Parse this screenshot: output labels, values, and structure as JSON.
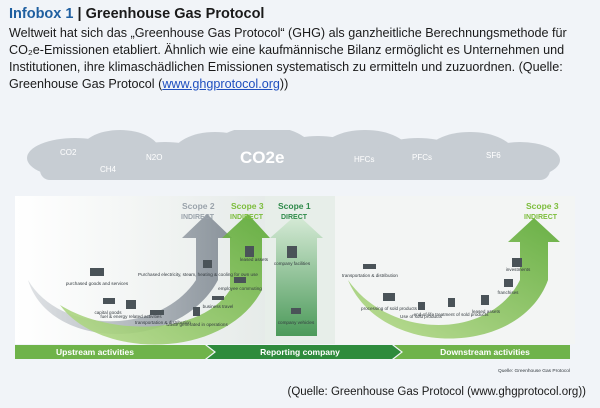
{
  "header": {
    "label": "Infobox 1",
    "separator": "|",
    "title": "Greenhouse Gas Protocol"
  },
  "intro": {
    "text": "Weltweit hat sich das „Greenhouse Gas Protocol“ (GHG) als ganzheitliche Berechnungsmethode für CO₂e-Emissionen etabliert. Ähnlich wie eine kaufmännische Bilanz ermöglicht es Unternehmen und Institutionen, ihre klimaschädlichen Emissionen systematisch zu ermitteln und zuzuordnen. (Quelle: Greenhouse Gas Protocol (",
    "link": "www.ghgprotocol.org",
    "close": "))"
  },
  "clouds": {
    "co2": "CO2",
    "ch4": "CH4",
    "n2o": "N2O",
    "co2e": "CO2e",
    "hfcs": "HFCs",
    "pfcs": "PFCs",
    "sf6": "SF6"
  },
  "scopes": {
    "scope2_title": "Scope 2",
    "scope2_sub": "INDIRECT",
    "scope3_title": "Scope 3",
    "scope3_sub": "INDIRECT",
    "scope1_title": "Scope 1",
    "scope1_sub": "DIRECT",
    "scope3b_title": "Scope 3",
    "scope3b_sub": "INDIRECT"
  },
  "labels": {
    "purchased_goods": "purchased goods and services",
    "capital_goods": "capital goods",
    "fuel_energy": "fuel & energy related activities",
    "transport_up": "transportation & distribution",
    "waste": "waste generated in operations",
    "business_travel": "business travel",
    "employee_commuting": "employee commuting",
    "leased_assets_up": "leased assets",
    "purchased_electricity": "Purchased electricity, steam, heating & cooling for own use",
    "company_facilities": "company facilities",
    "company_vehicles": "company vehicles",
    "transport_down": "transportation & distribution",
    "processing": "processing of sold products",
    "use_sold": "Use of sold products",
    "end_of_life": "end-of-life treatment of sold products",
    "leased_assets_down": "leased assets",
    "franchises": "franchises",
    "investments": "investments"
  },
  "bands": {
    "upstream": "Upstream activities",
    "reporting": "Reporting company",
    "downstream": "Downstream activities"
  },
  "figure_source": "Quelle: Greenhouse Gas Protocol",
  "credit": "(Quelle: Greenhouse Gas Protocol (www.ghgprotocol.org))",
  "colors": {
    "title_blue": "#1f5fa0",
    "scope_green": "#7cbd3c",
    "scope_grey": "#9aa3ab",
    "band_green": "#2e8b3c",
    "cloud_grey": "#c7cdd3"
  }
}
